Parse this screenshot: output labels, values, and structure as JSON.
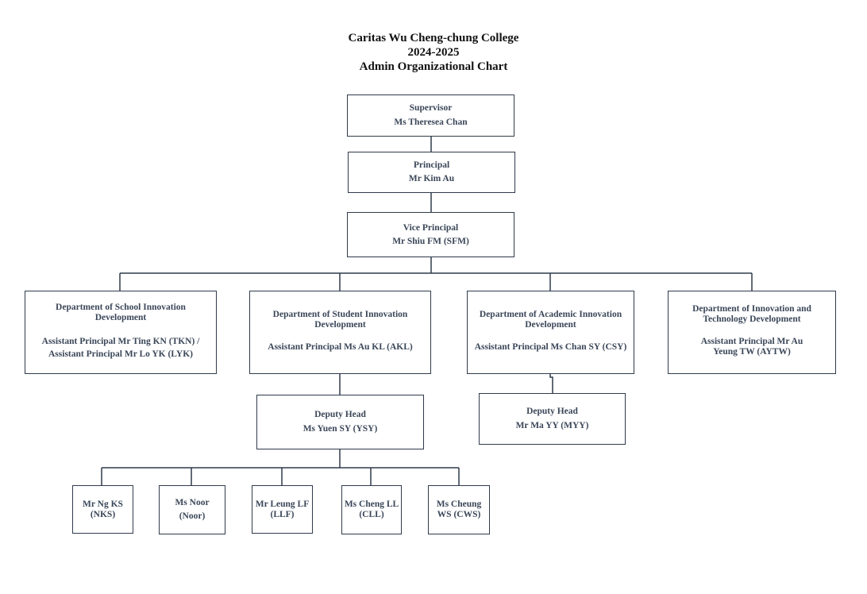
{
  "header": {
    "school": "Caritas Wu Cheng-chung College",
    "year": "2024-2025",
    "chart_title": "Admin Organizational Chart"
  },
  "supervisor": {
    "role": "Supervisor",
    "name": "Ms Theresea Chan"
  },
  "principal": {
    "role": "Principal",
    "name": "Mr Kim Au"
  },
  "vice_principal": {
    "role": "Vice Principal",
    "name": "Mr Shiu FM (SFM)"
  },
  "departments": [
    {
      "name": "Department of School Innovation Development",
      "head_line1": "Assistant Principal Mr Ting KN (TKN) /",
      "head_line2": "Assistant Principal Mr Lo YK (LYK)"
    },
    {
      "name": "Department of Student Innovation Development",
      "head_line1": "Assistant Principal Ms Au KL (AKL)"
    },
    {
      "name": "Department of Academic Innovation Development",
      "head_line1": "Assistant Principal Ms Chan SY (CSY)"
    },
    {
      "name": "Department of Innovation and Technology Development",
      "head_line1": "Assistant Principal Mr Au Yeung TW (AYTW)"
    }
  ],
  "deputy_heads": [
    {
      "role": "Deputy Head",
      "name": "Ms Yuen SY (YSY)"
    },
    {
      "role": "Deputy Head",
      "name": "Mr Ma YY (MYY)"
    }
  ],
  "staff": [
    {
      "line1": "Mr Ng KS",
      "line2": "(NKS)"
    },
    {
      "line1": "Ms Noor",
      "line2": "(Noor)"
    },
    {
      "line1": "Mr Leung LF",
      "line2": "(LLF)"
    },
    {
      "line1": "Ms Cheng LL",
      "line2": "(CLL)"
    },
    {
      "line1": "Ms Cheung",
      "line2": "WS (CWS)"
    }
  ],
  "colors": {
    "box_border": "#2f3b4a",
    "box_text": "#3a4658",
    "title_text": "#111111",
    "connector": "#2f3b4a"
  }
}
